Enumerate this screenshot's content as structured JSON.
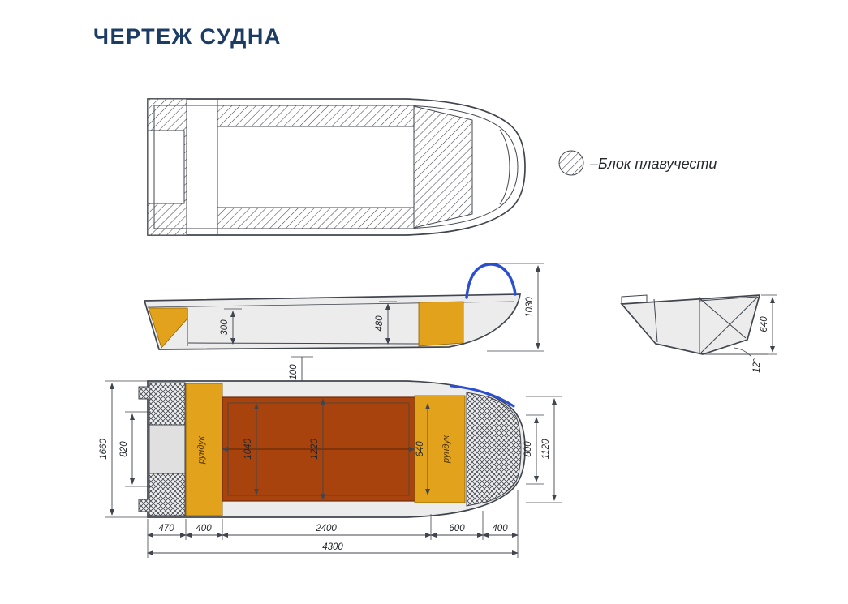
{
  "page": {
    "title": "ЧЕРТЕЖ СУДНА"
  },
  "legend": {
    "label": "–Блок плавучести"
  },
  "colors": {
    "title_navy": "#1d3c63",
    "line": "#41454d",
    "locker_orange": "#e2a21b",
    "deck_red": "#a8430e",
    "rail_blue": "#2b4fd0",
    "hull_gray": "#ececec"
  },
  "side_view": {
    "d300": "300",
    "d480": "480",
    "d1030": "1030",
    "d100": "100"
  },
  "transom_view": {
    "d640": "640",
    "angle": "12°"
  },
  "plan_view": {
    "locker_left": "рундук",
    "locker_right": "рундук",
    "d1660": "1660",
    "d820": "820",
    "d1040": "1040",
    "d1220": "1220",
    "d640": "640",
    "d800": "800",
    "d1120": "1120",
    "chain": {
      "c470": "470",
      "c400a": "400",
      "c2400": "2400",
      "c600": "600",
      "c400b": "400",
      "total": "4300"
    }
  }
}
